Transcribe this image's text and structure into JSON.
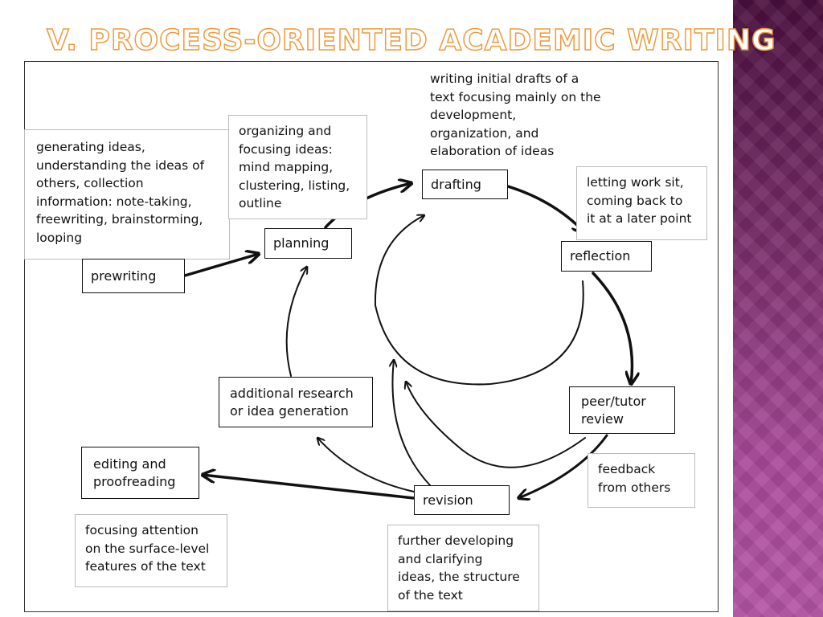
{
  "slide": {
    "title": "V. PROCESS-ORIENTED ACADEMIC WRITING"
  },
  "stages": {
    "prewriting": "prewriting",
    "planning": "planning",
    "drafting": "drafting",
    "reflection": "reflection",
    "peer_review": [
      "peer/tutor",
      "review"
    ],
    "revision": "revision",
    "additional_research": [
      "additional research",
      "or idea generation"
    ],
    "editing": [
      "editing and",
      "proofreading"
    ]
  },
  "notes": {
    "prewriting": [
      "generating ideas,",
      "understanding the ideas of",
      "others, collection",
      "information: note-taking,",
      "freewriting, brainstorming,",
      "looping"
    ],
    "planning": [
      "organizing and",
      "focusing ideas:",
      "mind mapping,",
      "clustering, listing,",
      "outline"
    ],
    "drafting": [
      "writing initial drafts of a",
      "text focusing mainly on the",
      "development,",
      "organization, and",
      "elaboration of ideas"
    ],
    "reflection": [
      "letting work sit,",
      "coming back to",
      "it at a later point"
    ],
    "peer_review": [
      "feedback",
      "from others"
    ],
    "revision": [
      "further developing",
      "and clarifying",
      "ideas, the structure",
      "of the text"
    ],
    "editing": [
      "focusing attention",
      "on the surface-level",
      "features of the text"
    ]
  }
}
